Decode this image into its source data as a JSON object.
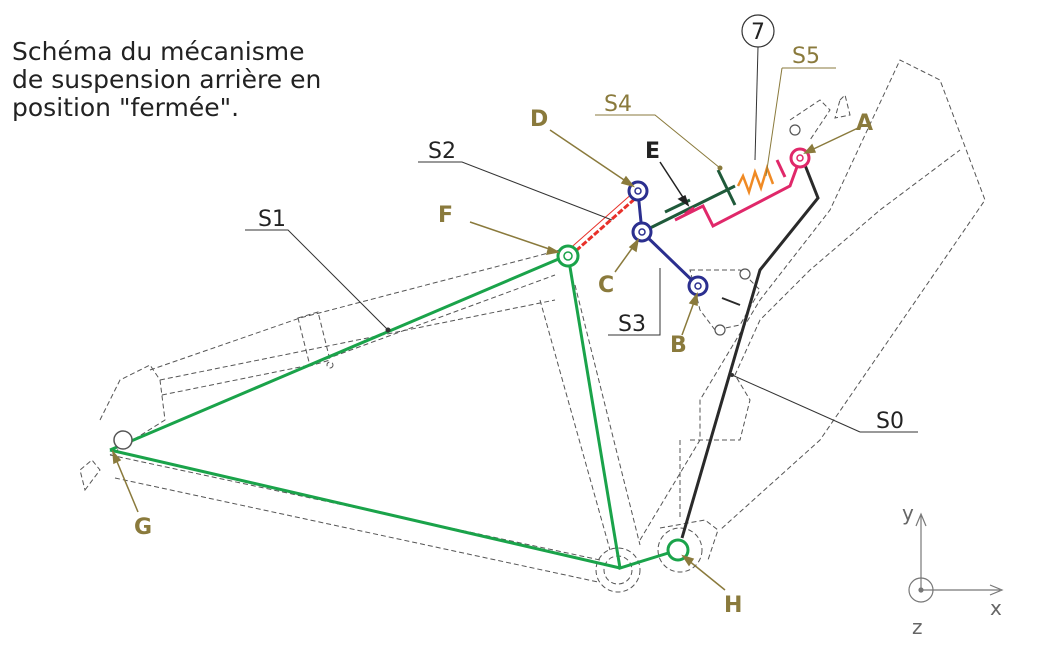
{
  "caption": {
    "line1": "Schéma du mécanisme",
    "line2": "de suspension arrière en",
    "line3": "position \"fermée\"."
  },
  "parts": {
    "S0": "S0",
    "S1": "S1",
    "S2": "S2",
    "S3": "S3",
    "S4": "S4",
    "S5": "S5"
  },
  "joints": {
    "A": "A",
    "B": "B",
    "C": "C",
    "D": "D",
    "E": "E",
    "F": "F",
    "G": "G",
    "H": "H"
  },
  "item_number": "7",
  "axes": {
    "x": "x",
    "y": "y",
    "z": "z"
  },
  "colors": {
    "S1_link": "#1aa34a",
    "S2_link": "#e8312a",
    "S3_link": "#2b2f8f",
    "S4_body": "#1f5a3a",
    "S5_body": "#e0286a",
    "spring": "#f08a24",
    "S0_link": "#2a2a2a",
    "callout": "#8a7a3c"
  }
}
